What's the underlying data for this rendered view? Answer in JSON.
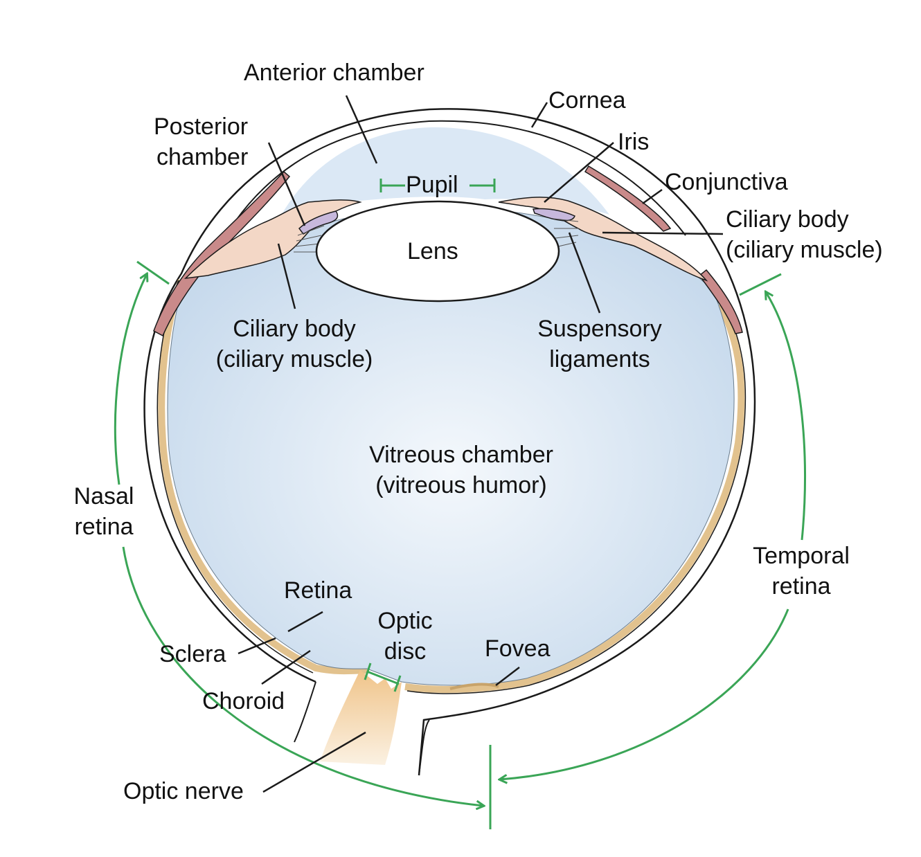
{
  "labels": {
    "anterior_chamber": "Anterior chamber",
    "cornea": "Cornea",
    "posterior_chamber_1": "Posterior",
    "posterior_chamber_2": "chamber",
    "iris": "Iris",
    "pupil": "Pupil",
    "conjunctiva": "Conjunctiva",
    "ciliary_body_right_1": "Ciliary body",
    "ciliary_body_right_2": "(ciliary muscle)",
    "lens": "Lens",
    "ciliary_body_left_1": "Ciliary body",
    "ciliary_body_left_2": "(ciliary muscle)",
    "suspensory_1": "Suspensory",
    "suspensory_2": "ligaments",
    "vitreous_1": "Vitreous chamber",
    "vitreous_2": "(vitreous humor)",
    "nasal_1": "Nasal",
    "nasal_2": "retina",
    "temporal_1": "Temporal",
    "temporal_2": "retina",
    "retina": "Retina",
    "optic_disc_1": "Optic",
    "optic_disc_2": "disc",
    "fovea": "Fovea",
    "sclera": "Sclera",
    "choroid": "Choroid",
    "optic_nerve": "Optic nerve"
  },
  "colors": {
    "arrow_green": "#3aa556",
    "vitreous_blue": "#cfe0ef",
    "choroid_tan": "#e2c28e",
    "ciliary_peach": "#f3d7c6",
    "iris_purple": "#c7b8dc",
    "conjunctiva_pink": "#c98a8a",
    "optic_nerve_orange": "#f0c48a",
    "outline": "#1a1a1a"
  }
}
